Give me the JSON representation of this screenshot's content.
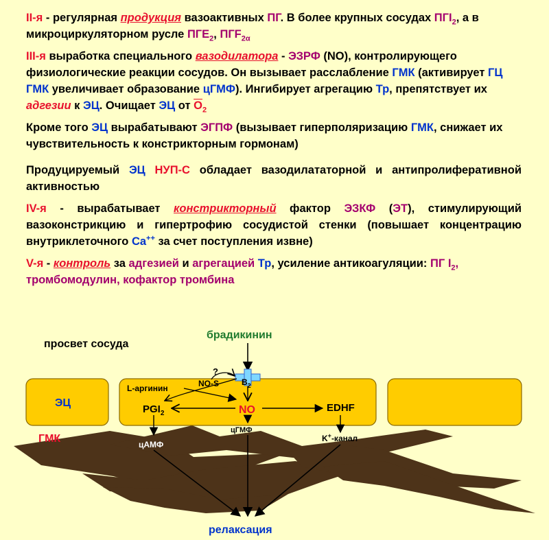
{
  "p1": {
    "label": "II-я",
    "t1": " - регулярная ",
    "hl1": "продукция",
    "t2": " вазоактивных ",
    "pg": "ПГ",
    "t3": ". В более крупных сосудах ",
    "pgi": "ПГI",
    "pgi_sub": "2",
    "t4": ", а в микроциркуляторном русле ",
    "pge": "ПГЕ",
    "pge_sub": "2",
    "t5": ", ",
    "pgf": "ПГF",
    "pgf_sub": "2α"
  },
  "p2": {
    "label": "III-я",
    "t1": " выработка специального ",
    "hl1": "вазодилатора",
    "t2": " - ",
    "ezrf": "ЭЗРФ",
    "t3": " (NO), контролирующего физиологические реакции сосудов. Он вызывает расслабление ",
    "gmk1": "ГМК",
    "t4": " (активирует ",
    "gc": "ГЦ ГМК",
    "t5": " увеличивает образование ",
    "cgmp": "цГМФ",
    "t6": "). Ингибирует агрегацию ",
    "tr": "Тр",
    "t7": ", препятствует их ",
    "adh": "адгезии",
    "t8": " к ",
    "ec1": "ЭЦ",
    "t9": ". Очищает ",
    "ec2": "ЭЦ",
    "t10": " от ",
    "o": "O",
    "o_sub": "2"
  },
  "p3": {
    "t1": "Кроме того ",
    "ec": "ЭЦ",
    "t2": " вырабатывают ",
    "egpf": "ЭГПФ",
    "t3": " (вызывает гиперполяризацию ",
    "gmk": "ГМК",
    "t4": ", снижает их чувствительность к констрикторным гормонам)"
  },
  "p4": {
    "t1": "Продуцируемый ",
    "ec": "ЭЦ",
    "t2": " ",
    "nup": "НУП-С",
    "t3": " обладает вазодилататорной и антипролиферативной активностью"
  },
  "p5": {
    "label": "IV-я",
    "t1": " - вырабатывает ",
    "hl1": "констрикторный",
    "t2": " фактор ",
    "ezkf": "ЭЗКФ",
    "t3": " (",
    "et": "ЭТ",
    "t4": "), стимулирующий вазоконстрикцию и гипертрофию сосудистой стенки (повышает концентрацию внутриклеточного ",
    "ca": "Ca",
    "ca_sup": "++",
    "t5": " за счет поступления извне)"
  },
  "p6": {
    "label": "V-я",
    "t1": " - ",
    "hl1": "контроль",
    "t2": " за ",
    "adh": "адгезией",
    "t3": " и ",
    "agg": "агрегацией",
    "t4": " ",
    "tr": "Тр",
    "t5": ", усиление антикоагуляции: ",
    "pgi": "ПГ I",
    "pgi_sub": "2",
    "t6": ", тромбомодулин, кофактор тромбина"
  },
  "diagram": {
    "lumen": "просвет сосуда",
    "bradykinin": "брадикинин",
    "ec": "ЭЦ",
    "gmk": "ГМК",
    "question": "?",
    "nos": "NO-S",
    "b2": "B",
    "b2_sub": "2",
    "larginine": "L-аргинин",
    "pgi2": "PGI",
    "pgi2_sub": "2",
    "no": "NO",
    "edhf": "EDHF",
    "camp": "цАМФ",
    "cgmp": "цГМФ",
    "kchannel": "K",
    "kchannel_sup": "+",
    "kchannel_rest": "-канал",
    "relax": "релаксация"
  },
  "colors": {
    "background": "#FFFFC9",
    "cell": "#FFCC00",
    "smooth_muscle": "#4D3319",
    "red": "#E8112D",
    "magenta": "#A3006E",
    "blue": "#0033CC",
    "green": "#1F7A2E"
  }
}
